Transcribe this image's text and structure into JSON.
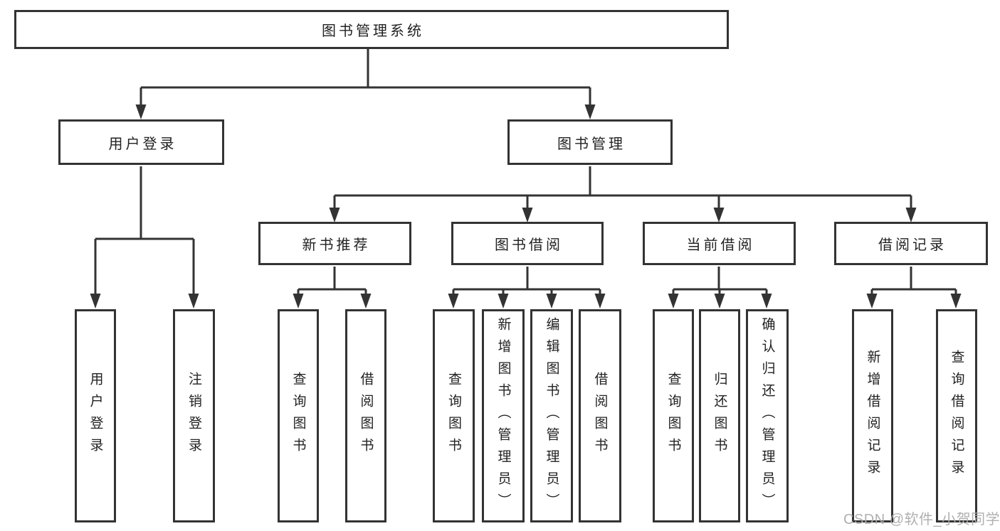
{
  "diagram": {
    "type": "tree",
    "title": "图书管理系统",
    "colors": {
      "line": "#333333",
      "box_border": "#333333",
      "box_fill": "#ffffff",
      "text": "#222222",
      "background": "#ffffff",
      "watermark": "#acacac"
    },
    "watermark": "CSDN @软件_小贺同学",
    "root": {
      "label": "图书管理系统",
      "children": [
        {
          "label": "用户登录",
          "children": [
            {
              "label": "用户登录"
            },
            {
              "label": "注销登录"
            }
          ]
        },
        {
          "label": "图书管理",
          "children": [
            {
              "label": "新书推荐",
              "children": [
                {
                  "label": "查询图书"
                },
                {
                  "label": "借阅图书"
                }
              ]
            },
            {
              "label": "图书借阅",
              "children": [
                {
                  "label": "查询图书"
                },
                {
                  "label": "新增图书（管理员）"
                },
                {
                  "label": "编辑图书（管理员）"
                },
                {
                  "label": "借阅图书"
                }
              ]
            },
            {
              "label": "当前借阅",
              "children": [
                {
                  "label": "查询图书"
                },
                {
                  "label": "归还图书"
                },
                {
                  "label": "确认归还（管理员）"
                }
              ]
            },
            {
              "label": "借阅记录",
              "children": [
                {
                  "label": "新增借阅记录"
                },
                {
                  "label": "查询借阅记录"
                }
              ]
            }
          ]
        }
      ]
    }
  }
}
